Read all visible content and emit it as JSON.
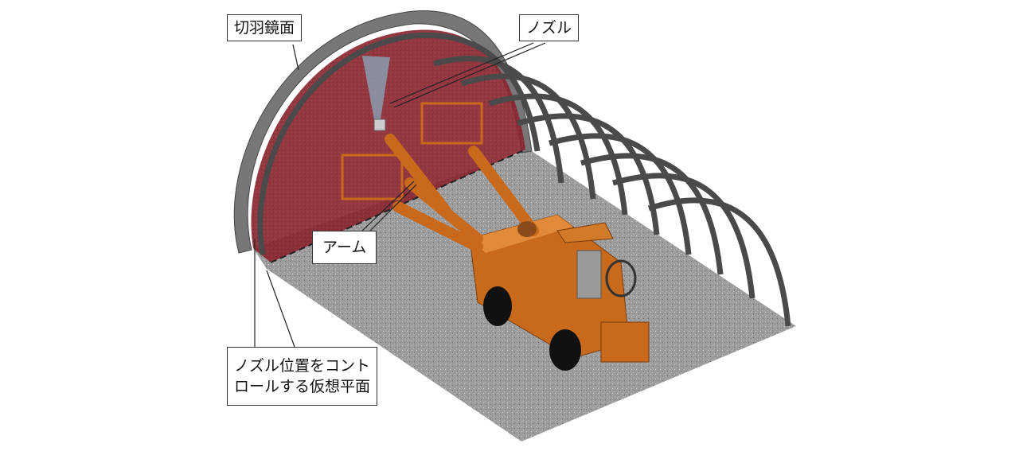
{
  "labels": {
    "face": "切羽鏡面",
    "nozzle": "ノズル",
    "arm": "アーム",
    "virtual_plane_line1": "ノズル位置をコント",
    "virtual_plane_line2": "ロールする仮想平面"
  },
  "colors": {
    "floor": "#9a9a9a",
    "rib": "#4a4a4a",
    "plane": "#8f2a33",
    "machine": "#c8691c"
  }
}
